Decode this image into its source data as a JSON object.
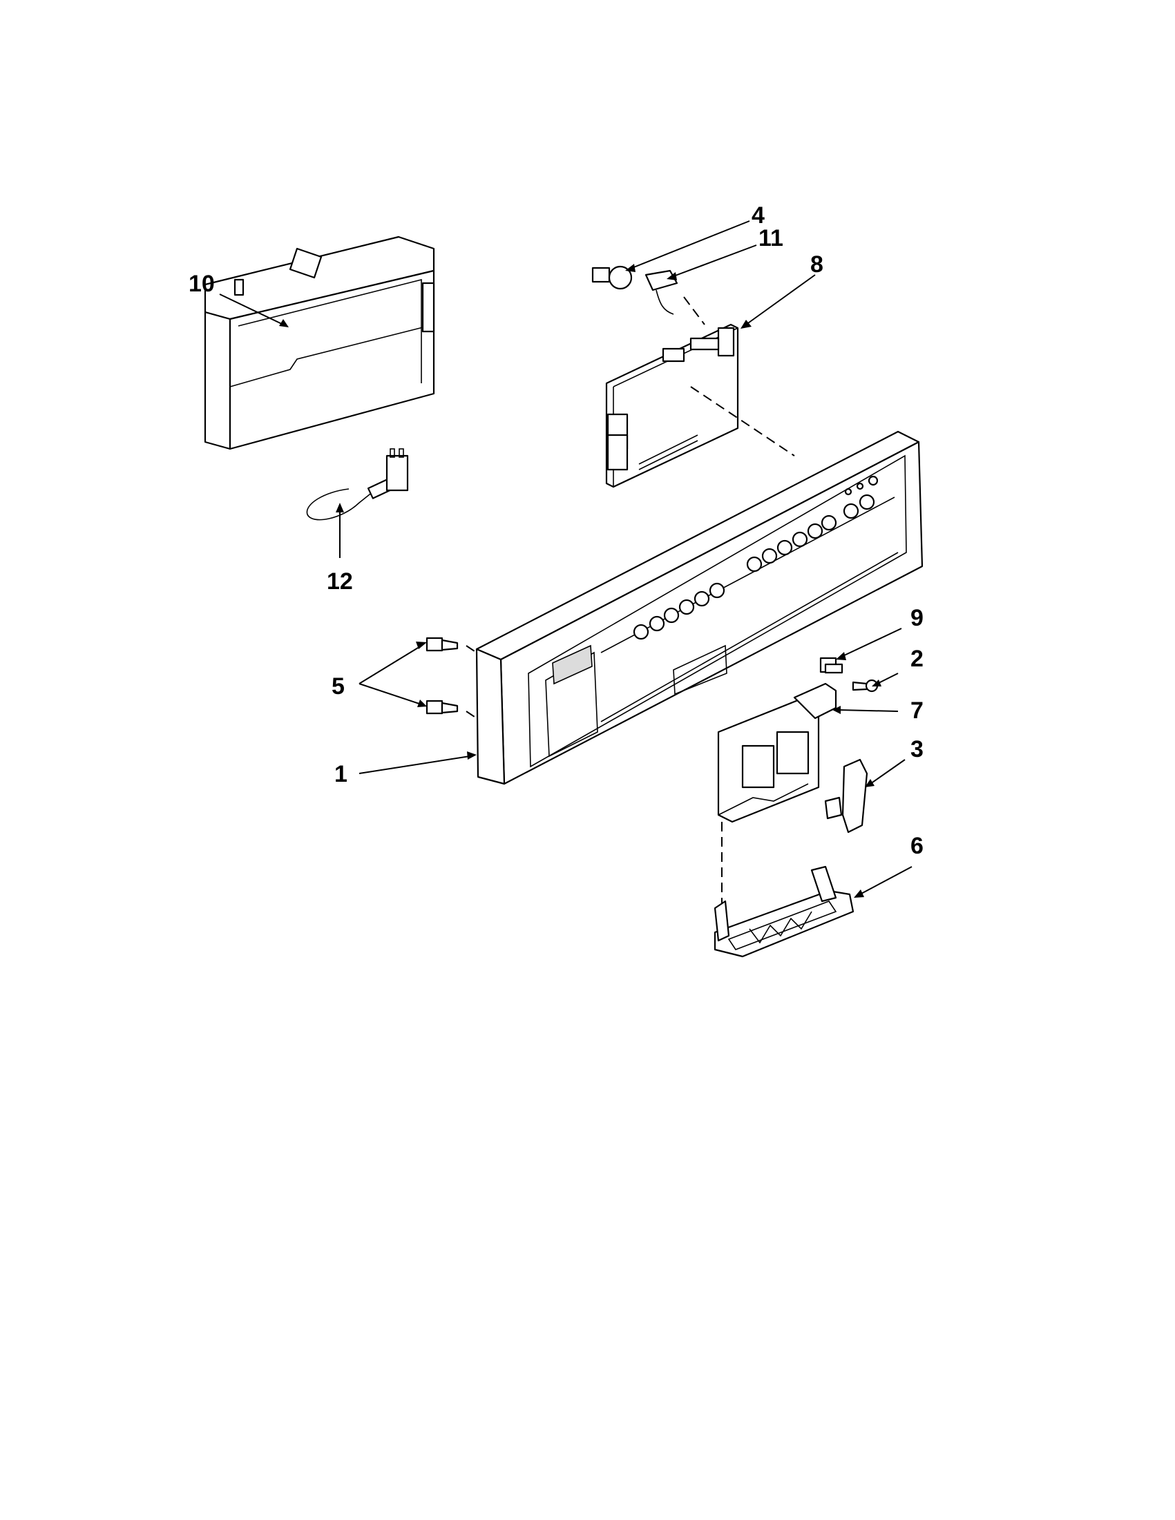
{
  "diagram": {
    "callouts": [
      {
        "id": "c10",
        "label": "10",
        "part": "console-end-cap"
      },
      {
        "id": "c4",
        "label": "4",
        "part": "thermal-fuse"
      },
      {
        "id": "c11",
        "label": "11",
        "part": "fuse-clip"
      },
      {
        "id": "c8",
        "label": "8",
        "part": "electronic-control-board"
      },
      {
        "id": "c12",
        "label": "12",
        "part": "wire-harness"
      },
      {
        "id": "c9",
        "label": "9",
        "part": "switch-actuator"
      },
      {
        "id": "c2",
        "label": "2",
        "part": "screw-small"
      },
      {
        "id": "c5",
        "label": "5",
        "part": "console-screws"
      },
      {
        "id": "c7",
        "label": "7",
        "part": "door-latch-assembly"
      },
      {
        "id": "c1",
        "label": "1",
        "part": "control-panel"
      },
      {
        "id": "c3",
        "label": "3",
        "part": "latch-lever"
      },
      {
        "id": "c6",
        "label": "6",
        "part": "latch-handle"
      }
    ]
  }
}
